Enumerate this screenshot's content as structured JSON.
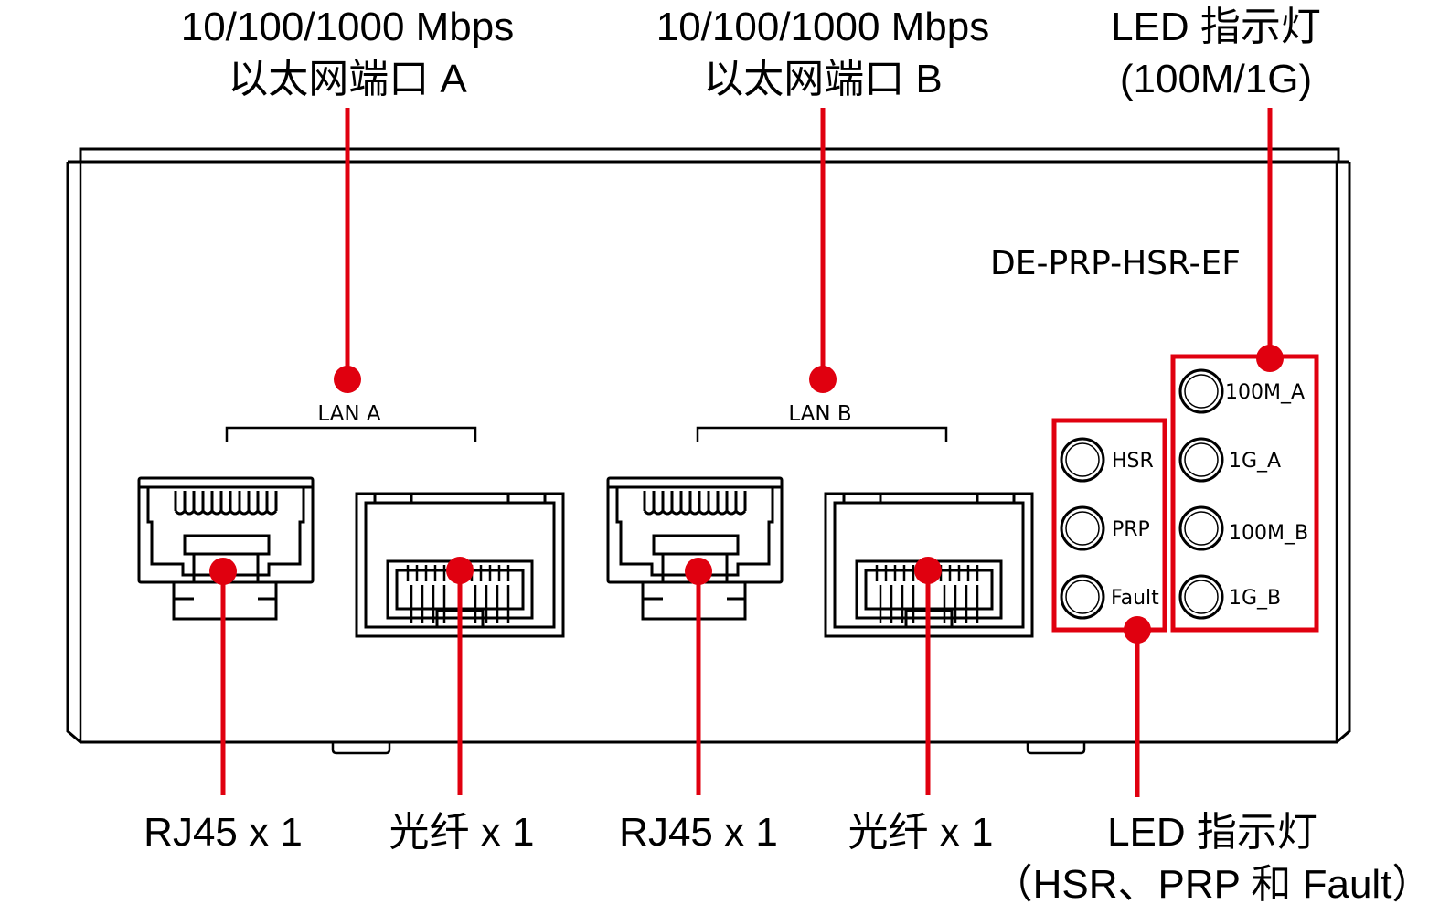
{
  "callouts": {
    "top_port_a": {
      "line1": "10/100/1000 Mbps",
      "line2": "以太网端口 A"
    },
    "top_port_b": {
      "line1": "10/100/1000 Mbps",
      "line2": "以太网端口 B"
    },
    "top_led": {
      "line1": "LED 指示灯",
      "line2": "(100M/1G)"
    },
    "bottom_rj45_a": "RJ45 x 1",
    "bottom_fiber_a": "光纤 x 1",
    "bottom_rj45_b": "RJ45 x 1",
    "bottom_fiber_b": "光纤 x 1",
    "bottom_led": {
      "line1": "LED 指示灯",
      "line2": "（HSR、PRP 和 Fault）"
    }
  },
  "device": {
    "model": "DE-PRP-HSR-EF",
    "lan_a_label": "LAN A",
    "lan_b_label": "LAN B"
  },
  "leds": {
    "status": [
      "HSR",
      "PRP",
      "Fault"
    ],
    "speed": [
      "100M_A",
      "1G_A",
      "100M_B",
      "1G_B"
    ]
  },
  "colors": {
    "callout": "#e0000f",
    "outline": "#000000"
  }
}
